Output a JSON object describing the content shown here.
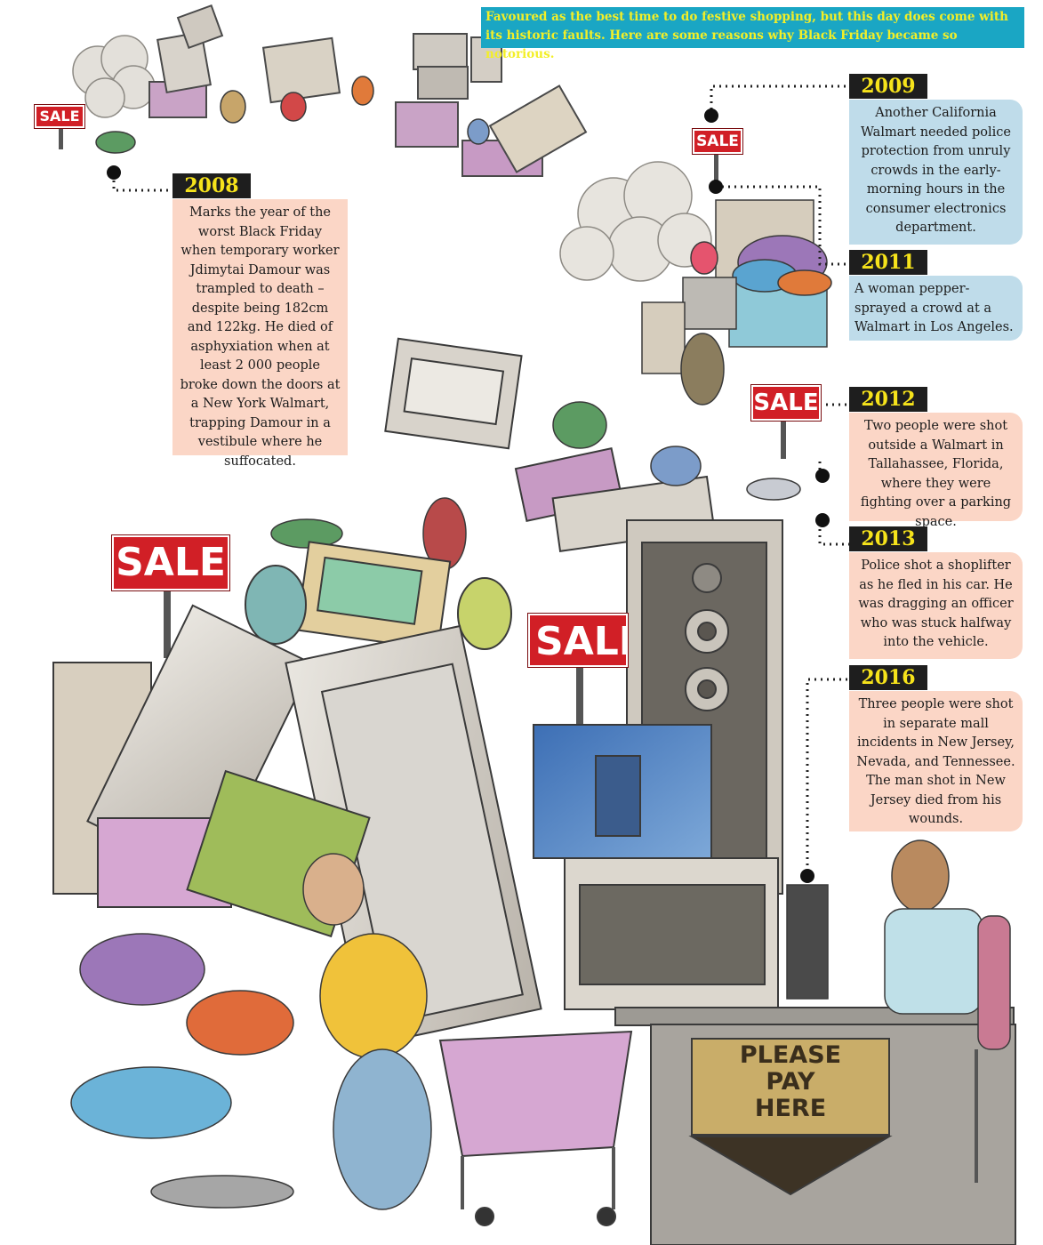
{
  "intro": "Favoured as the best time to do festive shopping, but this day does come with its historic faults. Here are some reasons why Black Friday became so notorious.",
  "sale_label": "SALE",
  "events": [
    {
      "year": "2008",
      "text": "Marks the year of the worst Black Friday when temporary worker Jdimytai Damour was trampled to death – despite being 182cm and 122kg. He died of asphyxiation when at least 2 000 people broke down the doors at a New York Walmart, trapping Damour in a vestibule where he suffocated."
    },
    {
      "year": "2009",
      "text": "Another California Walmart needed police protection from unruly crowds in the early-morning hours in the consumer electronics department."
    },
    {
      "year": "2011",
      "text": "A woman pepper-sprayed a crowd at a Walmart in Los Angeles."
    },
    {
      "year": "2012",
      "text": "Two people were shot outside a Walmart in Tallahassee, Florida, where they were fighting over a parking space."
    },
    {
      "year": "2013",
      "text": "Police shot a shoplifter as he fled in his car. He was dragging an officer who was stuck halfway into the vehicle."
    },
    {
      "year": "2016",
      "text": "Three people were shot in separate mall incidents in New Jersey, Nevada, and Tennessee. The man shot in New Jersey died from his wounds."
    }
  ],
  "checkout_sign": "PLEASE\nPAY\nHERE",
  "colors": {
    "intro_bg": "#1aa6c4",
    "intro_text": "#f3ef27",
    "year_bg": "#1e1e1e",
    "year_text": "#f6e31b",
    "pink_box": "#fbd6c6",
    "blue_box": "#bfdcea",
    "sale_red": "#d11f26"
  }
}
